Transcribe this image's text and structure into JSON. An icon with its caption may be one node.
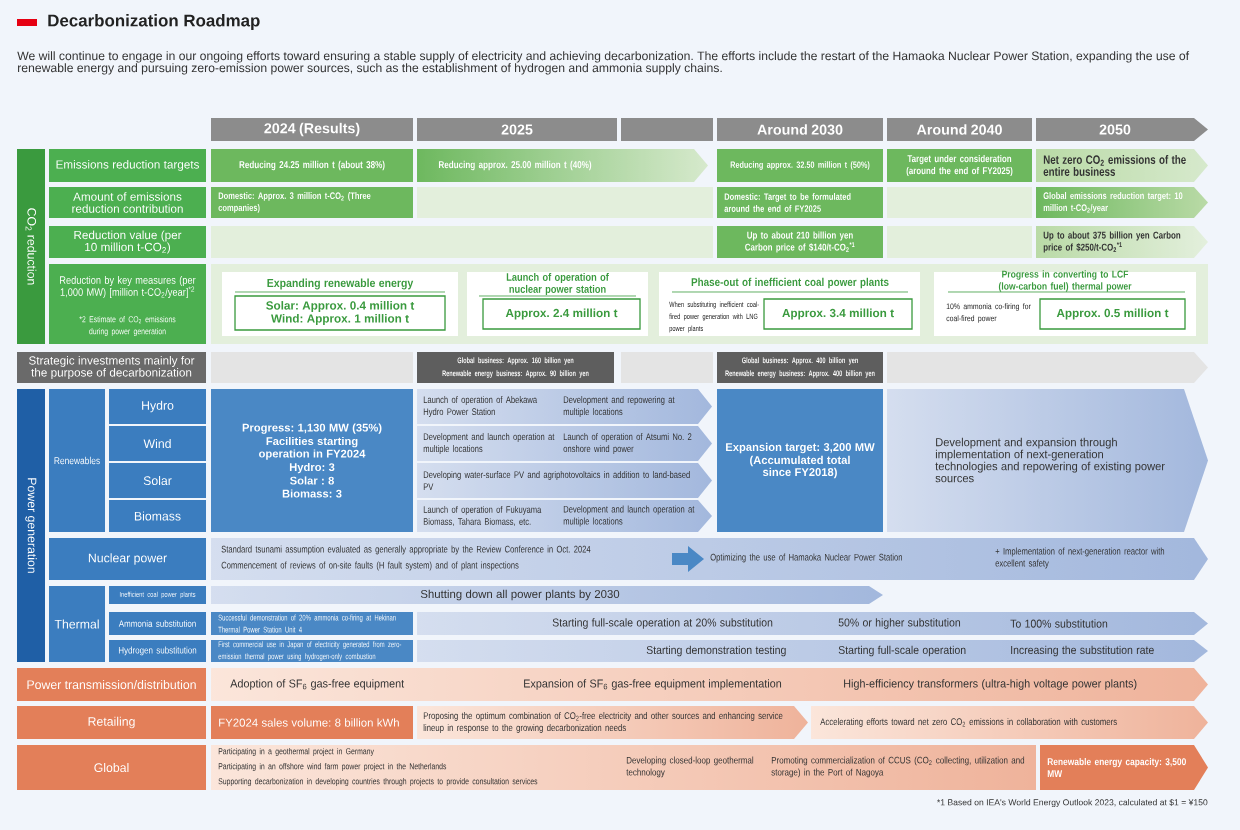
{
  "diagram": {
    "title": "Decarbonization Roadmap",
    "nodes": [
      {
        "text": [
          "2024 (Results)"
        ]
      },
      {
        "text": [
          "2025"
        ]
      },
      {
        "text": [
          "Around 2030"
        ]
      },
      {
        "text": [
          "Around 2040"
        ]
      },
      {
        "text": [
          "2050"
        ]
      },
      {
        "text": [
          "CO$_{2}$ reduction"
        ]
      },
      {
        "text": [
          "Emissions reduction targets"
        ]
      },
      {
        "text": [
          "Reducing 24.25 million t (about 38%)"
        ]
      },
      {
        "text": [
          "Reducing approx. 25.00 million t (40%)"
        ]
      },
      {
        "text": [
          "Reducing approx. 32.50 million t (50%)"
        ]
      },
      {
        "text": [
          "Target under consideration (around the end of FY2025)"
        ]
      },
      {
        "text": [
          "Net zero CO$_{2}$ emissions of the entire business"
        ]
      },
      {
        "text": [
          "Amount of emissions reduction contribution"
        ]
      },
      {
        "text": [
          "Domestic: Approx. 3 million t-CO$_{2}$ (Three companies)"
        ]
      },
      {
        "text": [
          "Domestic: Target to be formulated around the end of FY2025"
        ]
      },
      {
        "text": [
          "Global emissions reduction target: 10 million t-CO$_{2}$/year"
        ]
      },
      {
        "text": [
          "Reduction value (per 10 million t-CO$_{2}$)"
        ]
      },
      {
        "text": [
          "Up to about 210 billion yen Carbon price of $140/t-CO$_{2}$$^{*1}$"
        ]
      },
      {
        "text": [
          "Up to about 375 billion yen Carbon price of $250/t-CO$_{2}$$^{*1}$"
        ]
      },
      {
        "text": [
          "Reduction by key measures (per 1,000 MW) [million t-CO$_{2}$/year]$^{*2}$",
          "*2 Estimate of CO$_{2}$ emissions during power generation"
        ]
      },
      {
        "text": [
          "Expanding renewable energy"
        ]
      },
      {
        "text": [
          "Solar: Approx. 0.4 million t",
          "Wind: Approx. 1 million t"
        ],
        "in": 20
      },
      {
        "text": [
          "Launch of operation of nuclear power station"
        ]
      },
      {
        "text": [
          "Approx. 2.4 million t"
        ],
        "in": 22
      },
      {
        "text": [
          "Phase-out of inefficient coal power plants",
          "When substituting inefficient coal-fired power generation with LNG power plants"
        ]
      },
      {
        "text": [
          "Approx. 3.4 million t"
        ],
        "in": 24
      },
      {
        "text": [
          "Progress in converting to LCF (low-carbon fuel) thermal power",
          "10% ammonia co-firing for coal-fired power"
        ]
      },
      {
        "text": [
          "Approx. 0.5 million t"
        ],
        "in": 26
      },
      {
        "text": [
          "Strategic investments mainly for the purpose of decarbonization"
        ]
      },
      {
        "text": [
          "Global business: Approx. 160 billion yen",
          "Renewable energy business: Approx. 90 billion yen"
        ]
      },
      {
        "text": [
          "Global business: Approx. 400 billion yen",
          "Renewable energy business: Approx. 400 billion yen"
        ]
      },
      {
        "text": [
          "Power generation"
        ]
      },
      {
        "text": [
          "Renewables"
        ]
      },
      {
        "text": [
          "Hydro"
        ]
      },
      {
        "text": [
          "Wind"
        ]
      },
      {
        "text": [
          "Solar"
        ]
      },
      {
        "text": [
          "Biomass"
        ]
      },
      {
        "text": [
          "Progress: 1,130 MW (35%)",
          "Facilities starting operation in FY2024",
          "Hydro: 3",
          "Solar : 8",
          "Biomass: 3"
        ]
      },
      {
        "text": [
          "Launch of operation of Abekawa Hydro Power Station",
          "Development and repowering at multiple locations"
        ]
      },
      {
        "text": [
          "Development and launch operation at multiple locations",
          "Launch of operation of Atsumi No. 2 onshore wind power"
        ]
      },
      {
        "text": [
          "Developing water-surface PV and agriphotovoltaics in addition to land-based PV"
        ]
      },
      {
        "text": [
          "Launch of operation of Fukuyama Biomass, Tahara Biomass, etc.",
          "Development and launch operation at multiple locations"
        ]
      },
      {
        "text": [
          "Expansion target: 3,200 MW",
          "(Accumulated total since FY2018)"
        ]
      },
      {
        "text": [
          "Development and expansion through implementation of next-generation technologies and repowering of existing power sources"
        ]
      },
      {
        "text": [
          "Nuclear power"
        ]
      },
      {
        "text": [
          "Standard tsunami assumption evaluated as generally appropriate by the Review Conference in Oct. 2024",
          "Commencement of reviews of on-site faults (H fault system) and of plant inspections",
          "Optimizing the use of Hamaoka Nuclear Power Station",
          "+ Implementation of next-generation reactor with excellent safety"
        ]
      },
      {
        "text": [
          "Thermal"
        ]
      },
      {
        "text": [
          "Inefficient coal power plants"
        ]
      },
      {
        "text": [
          "Ammonia substitution"
        ]
      },
      {
        "text": [
          "Hydrogen substitution"
        ]
      },
      {
        "text": [
          "Shutting down all power plants by 2030"
        ]
      },
      {
        "text": [
          "Successful demonstration of 20% ammonia co-firing at Hekinan Thermal Power Station Unit 4"
        ]
      },
      {
        "text": [
          "Starting full-scale operation at 20% substitution",
          "50% or higher substitution",
          "To 100% substitution"
        ]
      },
      {
        "text": [
          "First commercial use in Japan of electricity generated from zero-emission thermal power using hydrogen-only combustion"
        ]
      },
      {
        "text": [
          "Starting demonstration testing",
          "Starting full-scale operation",
          "Increasing the substitution rate"
        ]
      },
      {
        "text": [
          "Power transmission/distribution"
        ]
      },
      {
        "text": [
          "Adoption of SF$_{6}$ gas-free equipment",
          "Expansion of SF$_{6}$ gas-free equipment implementation",
          "High-efficiency transformers (ultra-high voltage power plants)"
        ]
      },
      {
        "text": [
          "Retailing"
        ]
      },
      {
        "text": [
          "FY2024 sales volume: 8 billion kWh"
        ]
      },
      {
        "text": [
          "Proposing the optimum combination of CO$_{2}$-free electricity and other sources and enhancing service lineup in response to the growing decarbonization needs"
        ]
      },
      {
        "text": [
          "Accelerating efforts toward net zero CO$_{2}$ emissions in collaboration with customers"
        ]
      },
      {
        "text": [
          "Global"
        ]
      },
      {
        "text": [
          "Participating in a geothermal project in Germany",
          "Participating in an offshore wind farm power project in the Netherlands",
          "Supporting decarbonization in developing countries through projects to provide consultation services",
          "Developing closed-loop geothermal technology",
          "Promoting commercialization of CCUS (CO$_{2}$ collecting, utilization and storage) in the Port of Nagoya"
        ]
      },
      {
        "text": [
          "Renewable energy capacity: 3,500 MW"
        ]
      },
      {
        "text": [],
        "shape": "box"
      },
      {
        "text": [],
        "shape": "box"
      },
      {
        "text": [],
        "shape": "box"
      },
      {
        "text": [],
        "shape": "box"
      },
      {
        "text": [],
        "shape": "box"
      },
      {
        "text": [],
        "shape": "box"
      },
      {
        "text": [],
        "shape": "box"
      },
      {
        "text": [],
        "shape": "box"
      }
    ],
    "labels": [
      "We will continue to engage in our ongoing efforts toward ensuring a stable supply of electricity and achieving decarbonization. The efforts include the restart of the Hamaoka Nuclear Power Station, expanding the use of renewable energy and pursuing zero-emission power sources, such as the establishment of hydrogen and ammonia supply chains.",
      "*1 Based on IEA's World Energy Outlook 2023, calculated at $1 = ¥150"
    ]
  }
}
